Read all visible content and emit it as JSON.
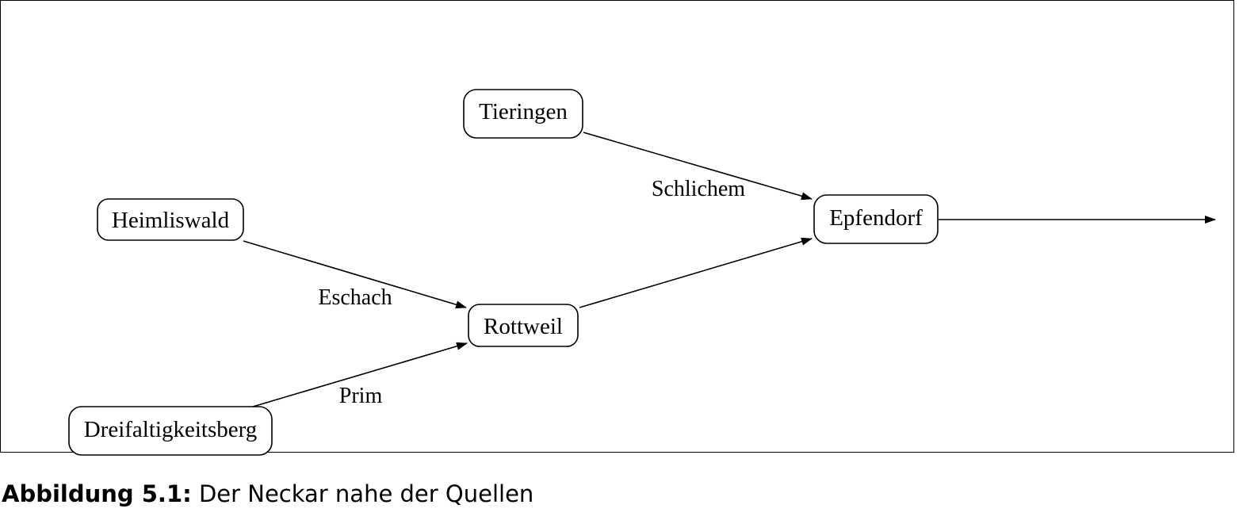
{
  "nodes": [
    {
      "id": "tieringen",
      "label": "Tieringen"
    },
    {
      "id": "heimliswald",
      "label": "Heimliswald"
    },
    {
      "id": "epfendorf",
      "label": "Epfendorf"
    },
    {
      "id": "rottweil",
      "label": "Rottweil"
    },
    {
      "id": "dreifaltigkeitsberg",
      "label": "Dreifaltigkeitsberg"
    }
  ],
  "edges": [
    {
      "from": "tieringen",
      "to": "epfendorf",
      "label": "Schlichem"
    },
    {
      "from": "heimliswald",
      "to": "rottweil",
      "label": "Eschach"
    },
    {
      "from": "dreifaltigkeitsberg",
      "to": "rottweil",
      "label": "Prim"
    },
    {
      "from": "rottweil",
      "to": "epfendorf",
      "label": ""
    },
    {
      "from": "epfendorf",
      "to": "",
      "label": ""
    }
  ],
  "caption": {
    "prefix": "Abbildung 5.1:",
    "text": "Der Neckar nahe der Quellen"
  }
}
